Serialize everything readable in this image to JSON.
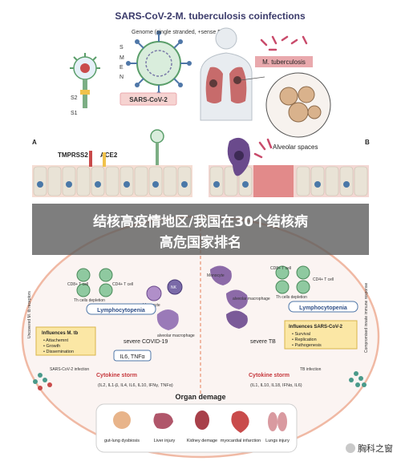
{
  "title": "SARS-CoV-2-M. tuberculosis coinfections",
  "virus": {
    "genome_label": "Genome (single stranded, +sense RNA)",
    "protein_letters": [
      "S",
      "M",
      "E",
      "N"
    ],
    "subunits": [
      "S2",
      "S1"
    ],
    "name_tag": "SARS-CoV-2"
  },
  "lung": {
    "mtb_tag": "M. tuberculosis"
  },
  "panel_a": {
    "letter": "A",
    "receptors": [
      "TMPRSS2",
      "ACE2"
    ],
    "cells": [
      "CD8+ T cell",
      "CD4+ T cell",
      "Monocyte",
      "NK",
      "alveolar macrophage"
    ],
    "th_depletion": "Th cells depletion",
    "lymphocytopenia": "Lymphocytopenia",
    "influences_title": "Influences M. tb",
    "influences_items": [
      "Attachemnt",
      "Growth",
      "Dissemination"
    ],
    "severe_label": "severe COVID-19",
    "cytokine_drivers": "IL6, TNFα",
    "side_label": "Uncovered M. tb receptors",
    "infection_label": "SARS-CoV-2 infection",
    "cytokine_storm": "Cytokine storm",
    "cytokines": "(IL2, IL1-β, IL4, IL6, IL10, IFNγ, TNFα)"
  },
  "panel_b": {
    "letter": "B",
    "alveolar_label": "Alveolar spaces",
    "cells": [
      "Monocyte",
      "alveolar macrophage",
      "CD8+ T cell",
      "CD4+ T cell"
    ],
    "th_depletion": "Th cells depletion",
    "lymphocytopenia": "Lymphocytopenia",
    "influences_title": "Influences SARS-CoV-2",
    "influences_items": [
      "Survival",
      "Replication",
      "Pathogenesis"
    ],
    "severe_label": "severe TB",
    "side_label": "Compromised innate immune response",
    "infection_label": "TB infection",
    "cytokine_storm": "Cytokine storm",
    "cytokines": "(IL1, IL10, IL18, IFNα, IL6)"
  },
  "organ_damage": {
    "title": "Organ demage",
    "organs": [
      "gut-lung dysbiosis",
      "Liver injury",
      "Kidney demage",
      "myocardial infarction",
      "Lungs injury"
    ]
  },
  "overlay": {
    "line1": "结核高疫情地区/我国在30个结核病",
    "line2": "高危国家排名"
  },
  "watermark": "胸科之窗",
  "colors": {
    "virus_green": "#5a9e6a",
    "spike_blue": "#4f77a8",
    "mtb_pink": "#e9a9ad",
    "cytokine_red": "#c6373c",
    "info_yellow": "#fbe7a5",
    "oval_border": "#f0b9a4"
  }
}
